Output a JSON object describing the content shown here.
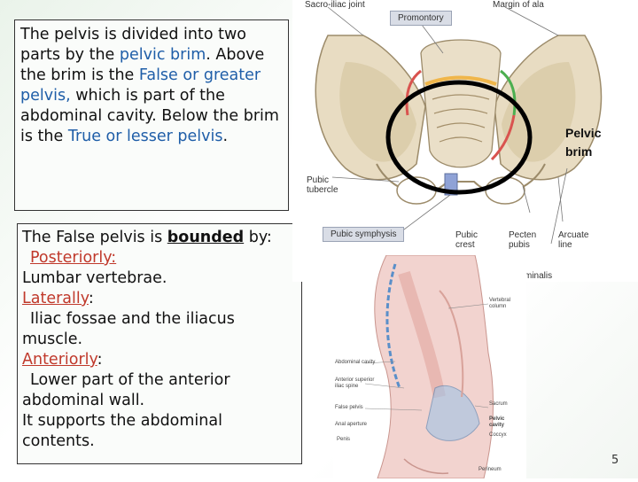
{
  "box1": {
    "t1": "The pelvis is divided into two parts by the ",
    "pelvic_brim": "pelvic brim",
    "t2": ". Above the brim is the ",
    "false_pelvis": "False or greater pelvis,",
    "t3": " which is part of the abdominal cavity. Below the brim is the ",
    "true_pelvis": "True or lesser pelvis",
    "t4": "."
  },
  "box2": {
    "intro_a": "The False pelvis is ",
    "intro_bold": "bounded",
    "intro_b": " by:",
    "post_head": "Posteriorly:",
    "post_text": "Lumbar vertebrae.",
    "lat_head": "Laterally",
    "lat_colon": ":",
    "lat_text": "Iliac fossae and the iliacus muscle.",
    "ant_head": "Anteriorly",
    "ant_colon": ":",
    "ant_text": "Lower part of the anterior abdominal wall.",
    "support": "It supports the abdominal contents."
  },
  "pelvis_labels": {
    "sacro_iliac": "Sacro-iliac joint",
    "margin_ala": "Margin of ala",
    "promontory": "Promontory",
    "pubic_tubercle": "Pubic tubercle",
    "pubic_symphysis": "Pubic symphysis",
    "pubic_crest": "Pubic crest",
    "pecten_pubis": "Pecten pubis",
    "arcuate_line": "Arcuate line",
    "minalis": "minalis",
    "pelvic_brim": "Pelvic brim"
  },
  "spine_labels": {
    "vertebral_column": "Vertebral column",
    "abdominal_cavity": "Abdominal cavity",
    "asis": "Anterior superior iliac spine",
    "false_pelvis": "False pelvis",
    "sacrum": "Sacrum",
    "pelvic_cavity": "Pelvic cavity",
    "anal_aperture": "Anal aperture",
    "coccyx": "Coccyx",
    "penis": "Penis",
    "perineum": "Perineum"
  },
  "page_number": "5"
}
